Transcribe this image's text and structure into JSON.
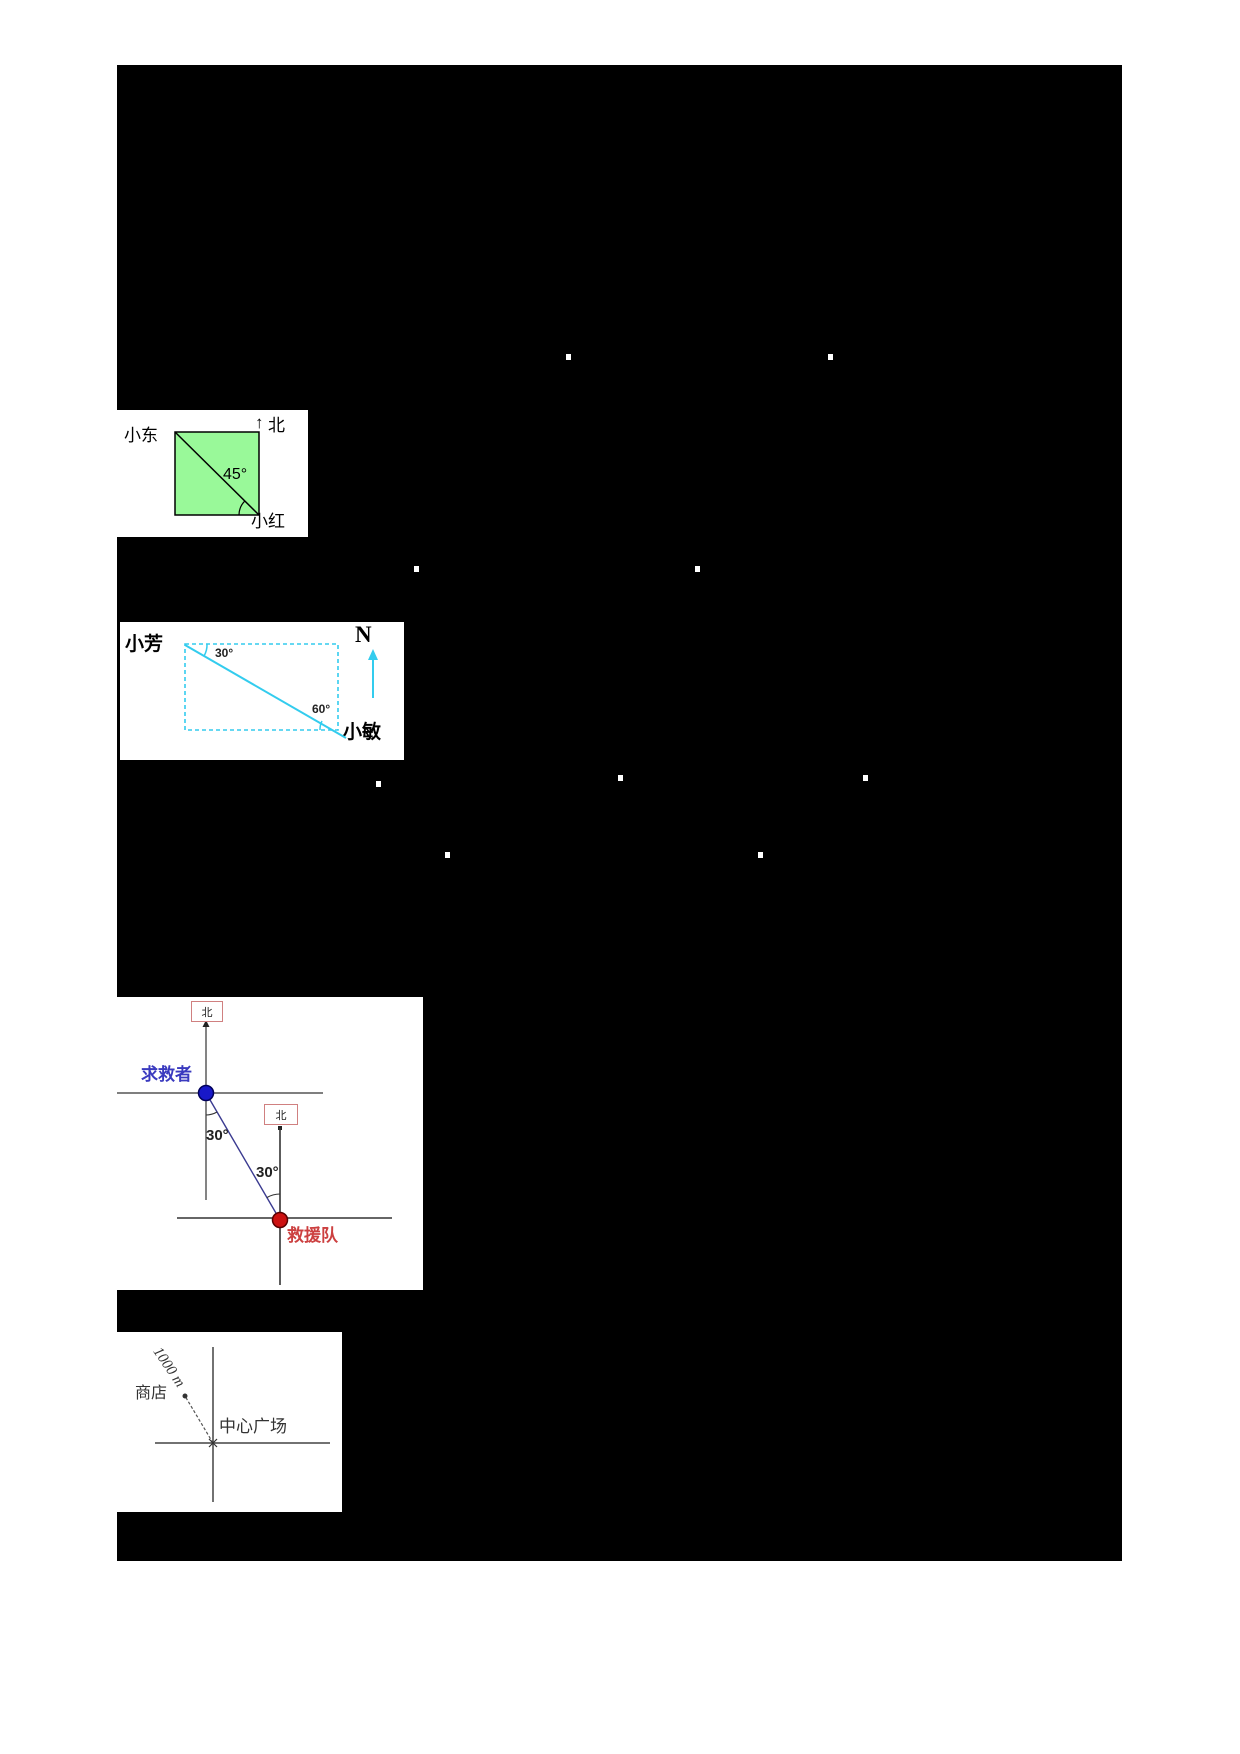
{
  "figures": {
    "fig1": {
      "name_top_left": "小东",
      "north_arrow": "↑",
      "north_label": "北",
      "angle": "45°",
      "name_bottom_right": "小红",
      "square_fill": "#99f999"
    },
    "fig2": {
      "name_left": "小芳",
      "angle_left": "30°",
      "angle_right": "60°",
      "north_letter": "N",
      "name_right": "小敏",
      "line_color": "#33ccee"
    },
    "fig3": {
      "north_box1": "北",
      "north_box2": "北",
      "caller_label": "求救者",
      "angle_upper": "30°",
      "angle_lower": "30°",
      "rescue_label": "救援队",
      "caller_color": "#3a3abf",
      "rescue_color": "#cc4040"
    },
    "fig4": {
      "distance_label": "1000 m",
      "shop_label": "商店",
      "plaza_label": "中心广场"
    }
  }
}
